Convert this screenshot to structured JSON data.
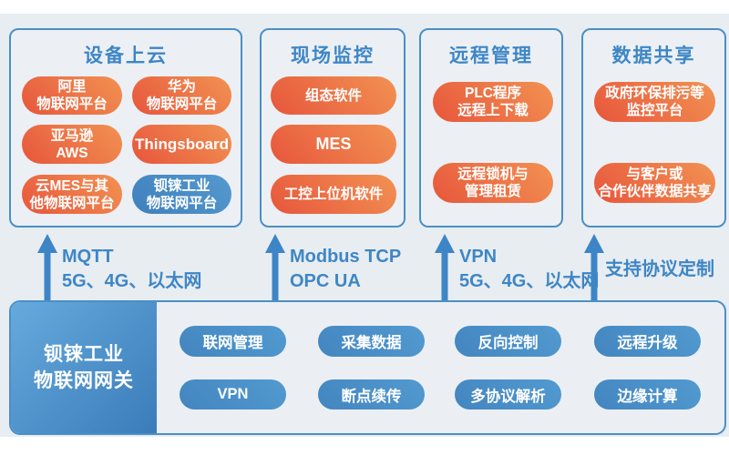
{
  "palette": {
    "canvas_bg": "#e8edf1",
    "card_border": "#4a8fc7",
    "card_bg": "#ecf0f4",
    "title_blue": "#3e86c6",
    "arrow_blue": "#3d85c6",
    "node_orange_from": "#e7563c",
    "node_orange_to": "#f29252",
    "node_blue": "#4a8fc7",
    "gateway_blue_from": "#66aadd",
    "gateway_blue_to": "#3a7cba",
    "node_text": "#ffffff"
  },
  "cards": [
    {
      "title": "设备上云",
      "pills": [
        {
          "label": "阿里\n物联网平台",
          "variant": "orange"
        },
        {
          "label": "华为\n物联网平台",
          "variant": "orange"
        },
        {
          "label": "亚马逊\nAWS",
          "variant": "orange"
        },
        {
          "label": "Thingsboard",
          "variant": "orange"
        },
        {
          "label": "云MES与其\n他物联网平台",
          "variant": "orange"
        },
        {
          "label": "钡铼工业\n物联网平台",
          "variant": "blue"
        }
      ]
    },
    {
      "title": "现场监控",
      "pills": [
        {
          "label": "组态软件",
          "variant": "orange"
        },
        {
          "label": "MES",
          "variant": "orange"
        },
        {
          "label": "工控上位机软件",
          "variant": "orange"
        }
      ]
    },
    {
      "title": "远程管理",
      "pills": [
        {
          "label": "PLC程序\n远程上下载",
          "variant": "orange"
        },
        {
          "label": "远程锁机与\n管理租赁",
          "variant": "orange"
        }
      ]
    },
    {
      "title": "数据共享",
      "pills": [
        {
          "label": "政府环保排污等\n监控平台",
          "variant": "orange"
        },
        {
          "label": "与客户或\n合作伙伴数据共享",
          "variant": "orange"
        }
      ]
    }
  ],
  "uplinks": [
    {
      "label": "MQTT\n5G、4G、以太网"
    },
    {
      "label": "Modbus TCP\nOPC UA"
    },
    {
      "label": "VPN\n5G、4G、以太网"
    },
    {
      "label": "支持协议定制"
    }
  ],
  "gateway": {
    "name": "钡铼工业\n物联网网关"
  },
  "features": [
    {
      "label": "联网管理"
    },
    {
      "label": "采集数据"
    },
    {
      "label": "反向控制"
    },
    {
      "label": "远程升级"
    },
    {
      "label": "VPN"
    },
    {
      "label": "断点续传"
    },
    {
      "label": "多协议解析"
    },
    {
      "label": "边缘计算"
    }
  ]
}
